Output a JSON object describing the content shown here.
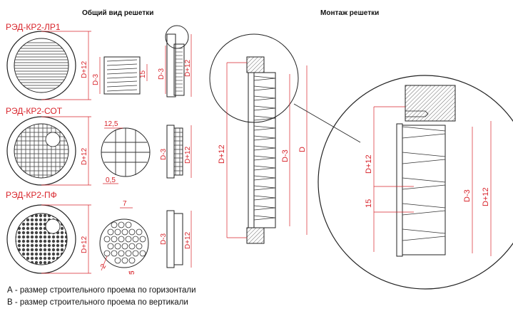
{
  "titles": {
    "general_view": "Общий вид решетки",
    "mounting": "Монтаж решетки"
  },
  "models": {
    "lr1": "РЭД-КР2-ЛР1",
    "sot": "РЭД-КР2-СОТ",
    "pf": "РЭД-КР2-ПФ"
  },
  "dimensions": {
    "d_plus_12": "D+12",
    "d_minus_3": "D-3",
    "d": "D",
    "fifteen": "15",
    "twelve_five": "12,5",
    "zero_five": "0,5",
    "seven": "7",
    "two": "2",
    "five": "5"
  },
  "notes": {
    "a": "А - размер строительного проема по горизонтали",
    "b": "В - размер строительного проема по вертикали"
  },
  "colors": {
    "line": "#222222",
    "dimension": "#d8242b"
  }
}
